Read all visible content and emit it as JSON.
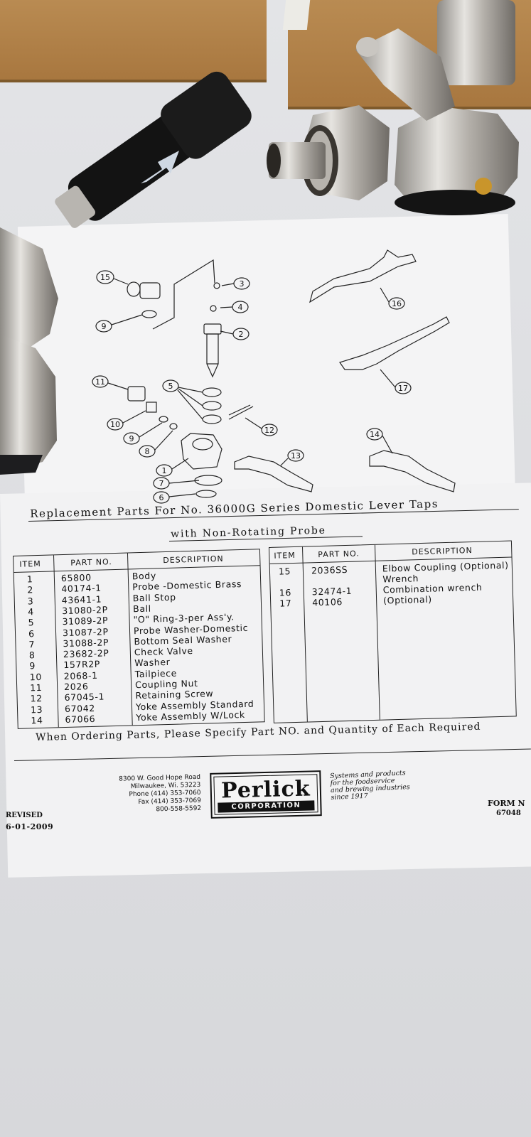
{
  "sheet": {
    "title_line1": "Replacement Parts For No. 36000G Series Domestic Lever Taps",
    "title_line2": "with Non-Rotating Probe",
    "diagram_callouts": [
      "15",
      "3",
      "4",
      "9",
      "2",
      "16",
      "17",
      "11",
      "5",
      "10",
      "12",
      "9",
      "8",
      "13",
      "14",
      "1",
      "7",
      "6"
    ],
    "left_table": {
      "headers": [
        "ITEM",
        "PART NO.",
        "DESCRIPTION"
      ],
      "rows": [
        {
          "item": "1",
          "part": "65800",
          "desc": "Body"
        },
        {
          "item": "2",
          "part": "40174-1",
          "desc": "Probe -Domestic Brass"
        },
        {
          "item": "3",
          "part": "43641-1",
          "desc": "Ball Stop"
        },
        {
          "item": "4",
          "part": "31080-2P",
          "desc": "Ball"
        },
        {
          "item": "5",
          "part": "31089-2P",
          "desc": "\"O\" Ring-3-per Ass'y."
        },
        {
          "item": "6",
          "part": "31087-2P",
          "desc": "Probe Washer-Domestic"
        },
        {
          "item": "7",
          "part": "31088-2P",
          "desc": "Bottom Seal Washer"
        },
        {
          "item": "8",
          "part": "23682-2P",
          "desc": "Check Valve"
        },
        {
          "item": "9",
          "part": "157R2P",
          "desc": "Washer"
        },
        {
          "item": "10",
          "part": "2068-1",
          "desc": "Tailpiece"
        },
        {
          "item": "11",
          "part": "2026",
          "desc": "Coupling Nut"
        },
        {
          "item": "12",
          "part": "67045-1",
          "desc": "Retaining Screw"
        },
        {
          "item": "13",
          "part": "67042",
          "desc": "Yoke Assembly Standard"
        },
        {
          "item": "14",
          "part": "67066",
          "desc": "Yoke Assembly W/Lock"
        }
      ]
    },
    "right_table": {
      "headers": [
        "ITEM",
        "PART NO.",
        "DESCRIPTION"
      ],
      "rows": [
        {
          "item": "15",
          "part": "2036SS",
          "desc": "Elbow Coupling (Optional)"
        },
        {
          "item": "",
          "part": "",
          "desc": "Wrench"
        },
        {
          "item": "16",
          "part": "32474-1",
          "desc": "Combination wrench"
        },
        {
          "item": "17",
          "part": "40106",
          "desc": "(Optional)"
        }
      ]
    },
    "ordering_note": "When Ordering Parts, Please Specify Part NO. and Quantity of Each Required",
    "address_lines": [
      "8300 W. Good Hope Road",
      "Milwaukee, Wi. 53223",
      "Phone (414) 353-7060",
      "Fax (414) 353-7069",
      "800-558-5592"
    ],
    "logo_name": "Perlick",
    "logo_corp": "CORPORATION",
    "slogan_lines": [
      "Systems and products",
      "for the foodservice",
      "and brewing industries",
      "since 1917"
    ],
    "revised_label": "REVISED",
    "revised_date": "6-01-2009",
    "form_label": "FORM N",
    "form_number": "67048"
  },
  "colors": {
    "paper": "#f4f4f5",
    "ink": "#111111",
    "cardboard": "#b07e45",
    "chrome": "#b9b6b0",
    "handle": "#141414",
    "background": "#dcdde0"
  }
}
